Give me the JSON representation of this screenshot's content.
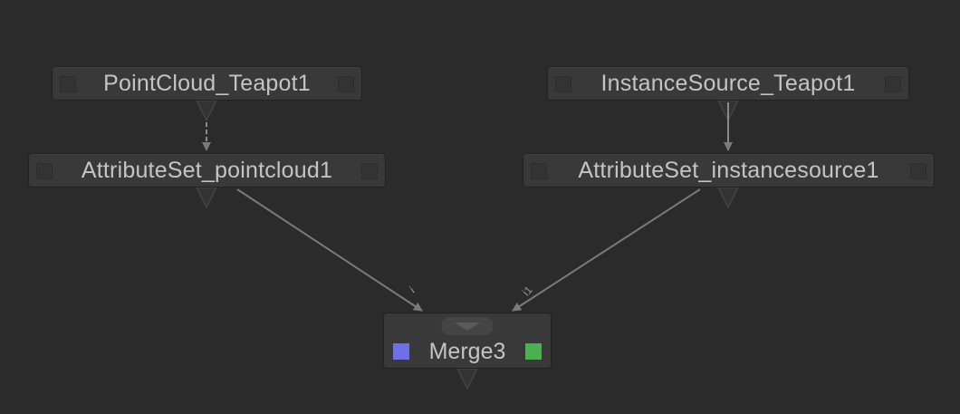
{
  "graph": {
    "nodes": {
      "pointcloud": {
        "label": "PointCloud_Teapot1"
      },
      "instancesource": {
        "label": "InstanceSource_Teapot1"
      },
      "attributeset_pointcloud": {
        "label": "AttributeSet_pointcloud1"
      },
      "attributeset_instancesource": {
        "label": "AttributeSet_instancesource1"
      },
      "merge": {
        "label": "Merge3",
        "left_swatch_color": "#6f6fe8",
        "right_swatch_color": "#4caf50"
      }
    },
    "port_labels": {
      "input_i": "i",
      "input_i1": "i1"
    },
    "colors": {
      "background": "#2b2b2b",
      "node_fill": "#393939",
      "wire": "#8a8a8a",
      "text": "#c4c4c4"
    }
  }
}
